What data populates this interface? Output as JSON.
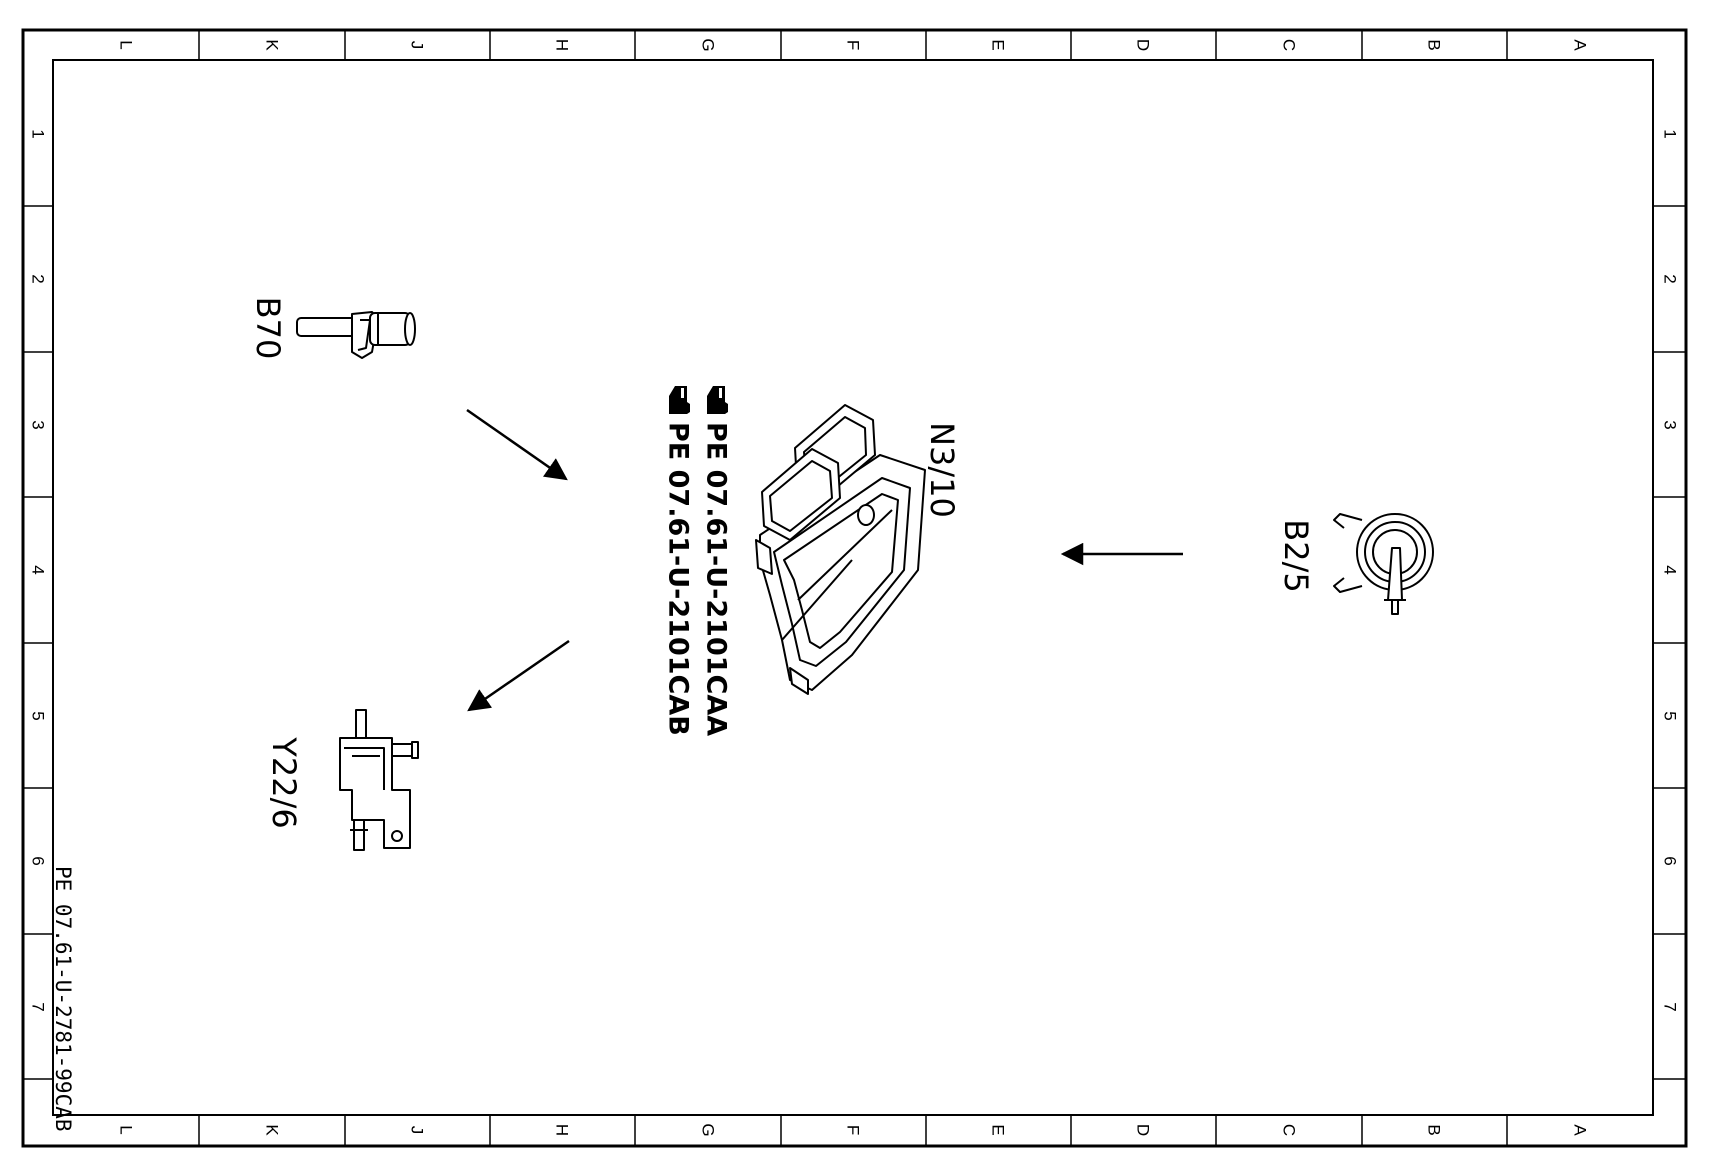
{
  "frame": {
    "column_refs": [
      "L",
      "K",
      "J",
      "H",
      "G",
      "F",
      "E",
      "D",
      "C",
      "B",
      "A"
    ],
    "row_refs": [
      "1",
      "2",
      "3",
      "4",
      "5",
      "6",
      "7"
    ]
  },
  "drawing_number": "PE 07.61-U-2781-99CAB",
  "components": {
    "b70": {
      "label": "B70"
    },
    "n3_10": {
      "label": "N3/10"
    },
    "b2_5": {
      "label": "B2/5"
    },
    "y22_6": {
      "label": "Y22/6"
    }
  },
  "references": [
    {
      "text": "PE 07.61-U-2101CAA",
      "icon": "pointing-hand-icon"
    },
    {
      "text": "PE 07.61-U-2101CAB",
      "icon": "pointing-hand-icon"
    }
  ]
}
